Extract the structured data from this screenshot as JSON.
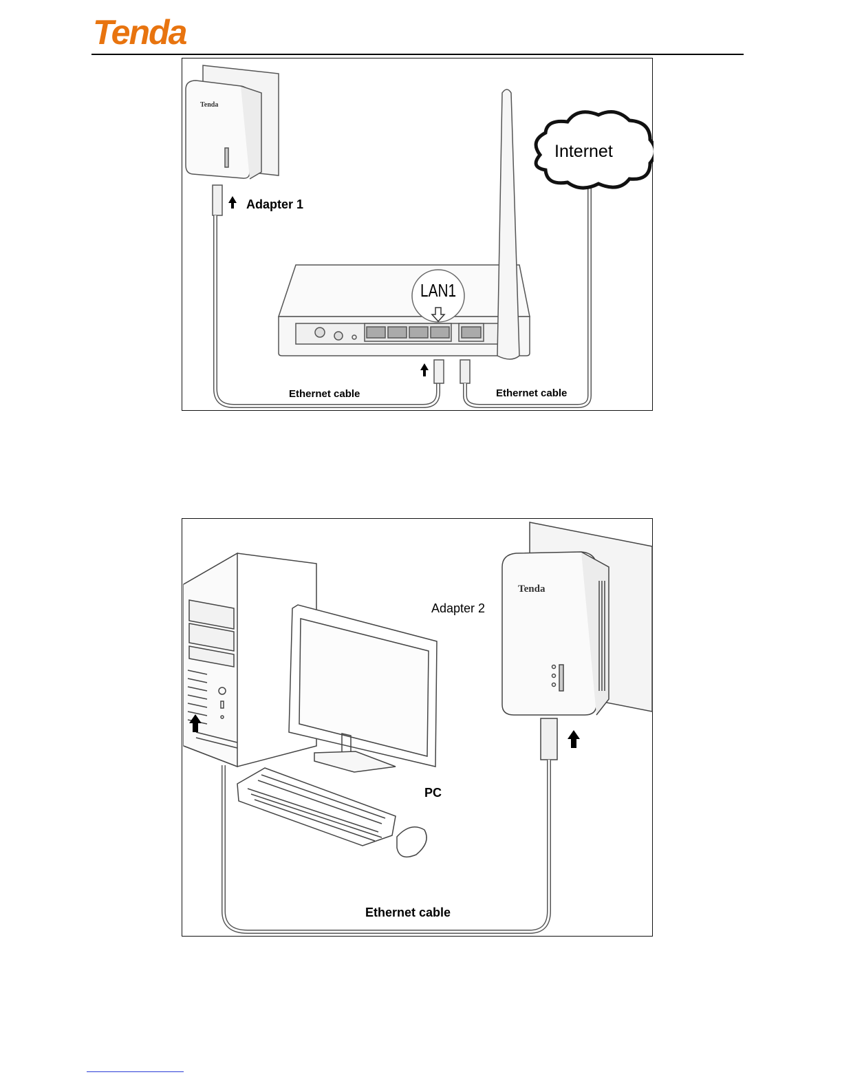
{
  "brand": {
    "name": "Tenda",
    "color": "#e8740f"
  },
  "figure1": {
    "adapter_label": "Adapter 1",
    "cloud_label": "Internet",
    "port_label": "LAN1",
    "cable_left_label": "Ethernet cable",
    "cable_right_label": "Ethernet cable",
    "device_brand": "Tenda"
  },
  "figure2": {
    "adapter_label": "Adapter 2",
    "pc_label": "PC",
    "cable_label": "Ethernet cable",
    "device_brand": "Tenda"
  }
}
